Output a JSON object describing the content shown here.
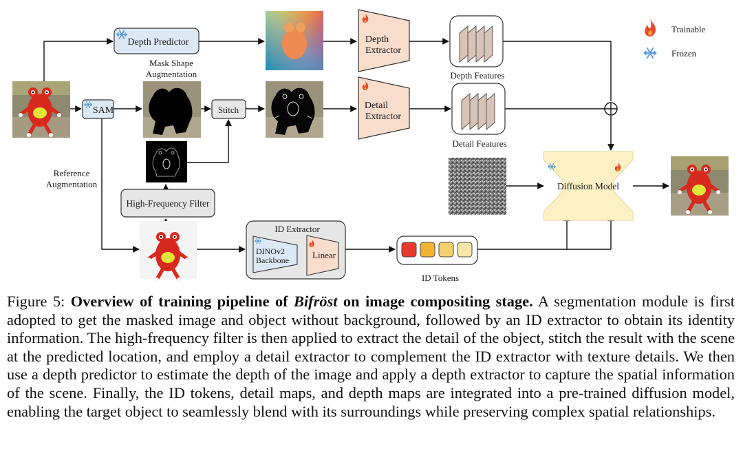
{
  "figure": {
    "labels": {
      "depth_predictor": "Depth Predictor",
      "mask_shape_aug_line1": "Mask Shape",
      "mask_shape_aug_line2": "Augmentation",
      "sam": "SAM",
      "stitch": "Stitch",
      "depth_extractor_line1": "Depth",
      "depth_extractor_line2": "Extractor",
      "detail_extractor_line1": "Detail",
      "detail_extractor_line2": "Extractor",
      "depth_features": "Depth Features",
      "detail_features": "Detail Features",
      "reference_aug_line1": "Reference",
      "reference_aug_line2": "Augmentation",
      "high_freq_filter": "High-Frequency Filter",
      "id_extractor": "ID Extractor",
      "dinov2_line1": "DINOv2",
      "dinov2_line2": "Backbone",
      "linear": "Linear",
      "id_tokens": "ID Tokens",
      "diffusion_model": "Diffusion Model"
    },
    "legend": {
      "trainable": "Trainable",
      "frozen": "Frozen"
    },
    "token_colors": [
      "#e8392c",
      "#f2b430",
      "#f5cf6a",
      "#f8e6a8"
    ],
    "colors": {
      "trainable_fill": "#f8dccc",
      "module_fill": "#dce8f6",
      "diffusion_fill": "#fbf1c5",
      "flame": "#e84a2a",
      "snow": "#5b9ad8"
    }
  },
  "caption": {
    "prefix": "Figure 5: ",
    "bold_a": "Overview of training pipeline of ",
    "bold_italic": "Bifröst",
    "bold_b": " on image compositing stage.",
    "body": " A segmentation module is first adopted to get the masked image and object without background, followed by an ID extractor to obtain its identity information. The high-frequency filter is then applied to extract the detail of the object, stitch the result with the scene at the predicted location, and employ a detail extractor to complement the ID extractor with texture details.  We then use a depth predictor to estimate the depth of the image and apply a depth extractor to capture the spatial information of the scene. Finally, the ID tokens, detail maps, and depth maps are integrated into a pre-trained diffusion model, enabling the target object to seamlessly blend with its surroundings while preserving complex spatial relationships."
  }
}
